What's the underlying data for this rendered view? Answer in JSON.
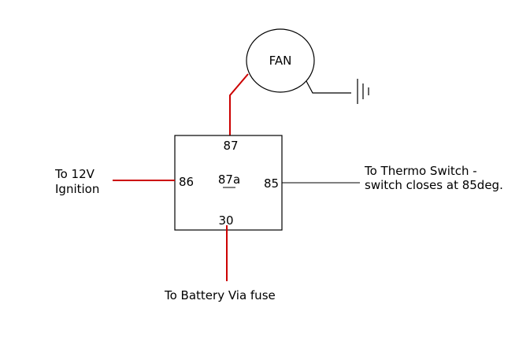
{
  "fan": {
    "label": "FAN"
  },
  "relay": {
    "pins": {
      "p87": "87",
      "p87a": "87a",
      "p86": "86",
      "p85": "85",
      "p30": "30"
    }
  },
  "connections": {
    "ignition": {
      "line1": "To 12V",
      "line2": "Ignition"
    },
    "thermo": {
      "line1": "To Thermo Switch -",
      "line2": "switch closes at 85deg."
    },
    "battery": {
      "label": "To Battery Via fuse"
    }
  },
  "colors": {
    "wire_power": "#cc0000",
    "wire_signal": "#000000",
    "outline": "#000000",
    "background": "#ffffff"
  },
  "icons": [
    "ground-icon"
  ]
}
